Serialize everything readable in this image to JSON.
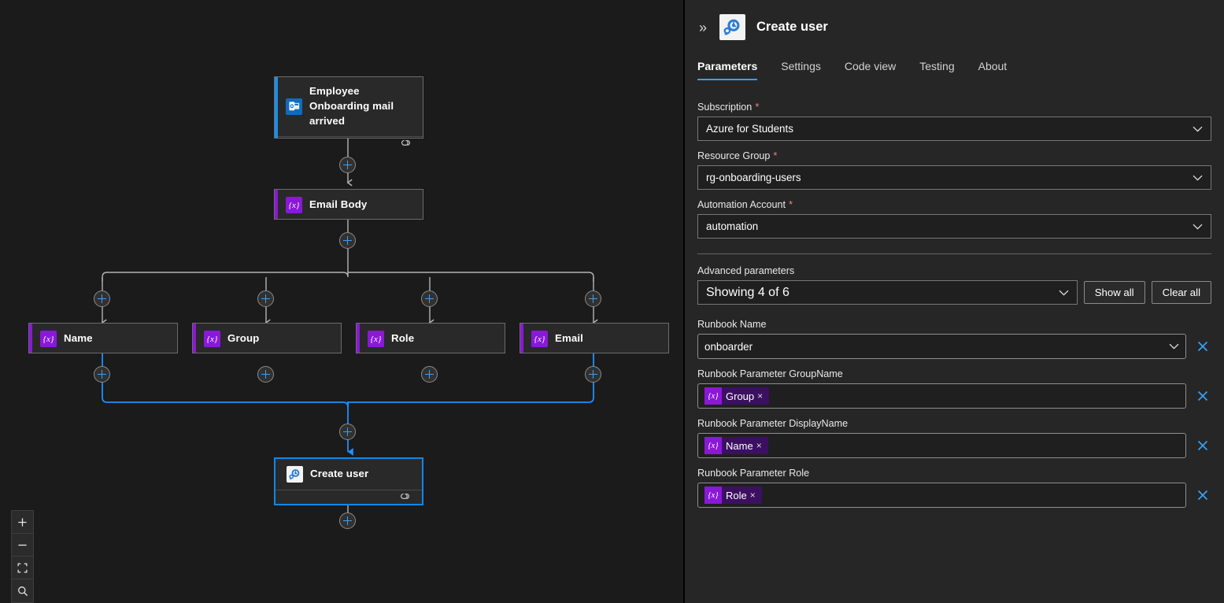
{
  "canvas": {
    "nodes": [
      {
        "id": "trigger",
        "title": "Employee Onboarding mail arrived",
        "icon": "outlook-icon",
        "accent": "blue",
        "has_footer": true,
        "footer_icon": "link-icon",
        "selected": false
      },
      {
        "id": "email-body",
        "title": "Email Body",
        "icon": "variable-icon",
        "accent": "purple",
        "has_footer": false,
        "selected": false
      },
      {
        "id": "name",
        "title": "Name",
        "icon": "variable-icon",
        "accent": "purple",
        "has_footer": false,
        "selected": false
      },
      {
        "id": "group",
        "title": "Group",
        "icon": "variable-icon",
        "accent": "purple",
        "has_footer": false,
        "selected": false
      },
      {
        "id": "role",
        "title": "Role",
        "icon": "variable-icon",
        "accent": "purple",
        "has_footer": false,
        "selected": false
      },
      {
        "id": "email",
        "title": "Email",
        "icon": "variable-icon",
        "accent": "purple",
        "has_footer": false,
        "selected": false
      },
      {
        "id": "create-user",
        "title": "Create user",
        "icon": "automation-icon",
        "accent": "none",
        "has_footer": true,
        "footer_icon": "link-icon",
        "selected": true
      }
    ],
    "variable_glyph": "{x}",
    "zoom_toolbar": [
      {
        "name": "zoom-in-button",
        "glyph": "+"
      },
      {
        "name": "zoom-out-button",
        "glyph": "−"
      },
      {
        "name": "fit-to-screen-button",
        "glyph": "fit"
      },
      {
        "name": "zoom-search-button",
        "glyph": "search"
      }
    ],
    "colors": {
      "accent_blue": "#1b8fe8",
      "accent_purple": "#8a18d8",
      "selection": "#0f87e8",
      "wire": "#b3b3b3",
      "wire_active": "#1e90ff"
    }
  },
  "panel": {
    "expand_chevron": "»",
    "title": "Create user",
    "icon": "automation-icon",
    "tabs": [
      {
        "label": "Parameters",
        "active": true
      },
      {
        "label": "Settings",
        "active": false
      },
      {
        "label": "Code view",
        "active": false
      },
      {
        "label": "Testing",
        "active": false
      },
      {
        "label": "About",
        "active": false
      }
    ],
    "fields": [
      {
        "label": "Subscription",
        "required": true,
        "value": "Azure for Students",
        "type": "select"
      },
      {
        "label": "Resource Group",
        "required": true,
        "value": "rg-onboarding-users",
        "type": "select"
      },
      {
        "label": "Automation Account",
        "required": true,
        "value": "automation",
        "type": "select"
      }
    ],
    "advanced": {
      "label": "Advanced parameters",
      "summary": "Showing 4 of 6",
      "show_all_label": "Show all",
      "clear_all_label": "Clear all"
    },
    "advanced_fields": [
      {
        "label": "Runbook Name",
        "type": "select",
        "value": "onboarder",
        "has_clear": true
      },
      {
        "label": "Runbook Parameter GroupName",
        "type": "token",
        "token": "Group",
        "token_close": "×",
        "has_clear": true
      },
      {
        "label": "Runbook Parameter DisplayName",
        "type": "token",
        "token": "Name",
        "token_close": "×",
        "has_clear": true
      },
      {
        "label": "Runbook Parameter Role",
        "type": "token",
        "token": "Role",
        "token_close": "×",
        "has_clear": true
      }
    ],
    "required_marker": "*",
    "colors": {
      "accent": "#3aa0f3",
      "required": "#f0808a",
      "token_bg": "#3c1060",
      "token_icon": "#8a18d8"
    }
  }
}
